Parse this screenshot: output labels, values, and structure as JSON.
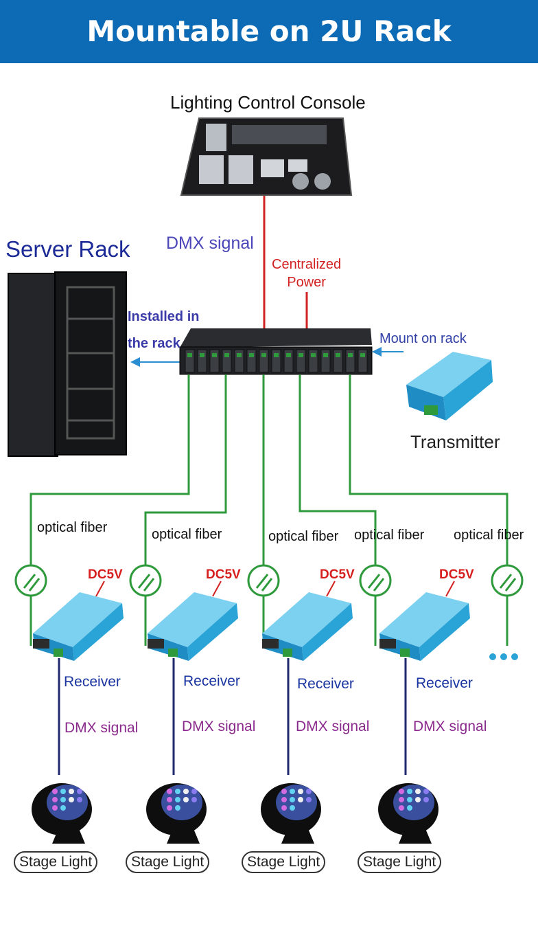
{
  "banner": {
    "title": "Mountable on 2U Rack"
  },
  "console": {
    "label": "Lighting Control Console"
  },
  "rack": {
    "label": "Server Rack",
    "installed_label": "Installed in\nthe rack"
  },
  "signals": {
    "dmx_top": "DMX signal",
    "power": "Centralized\nPower"
  },
  "transmitter": {
    "mount_label": "Mount on rack",
    "label": "Transmitter"
  },
  "fibers": [
    {
      "label": "optical fiber"
    },
    {
      "label": "optical fiber"
    },
    {
      "label": "optical fiber"
    },
    {
      "label": "optical fiber"
    },
    {
      "label": "optical fiber"
    }
  ],
  "receivers": [
    {
      "dc": "DC5V",
      "label": "Receiver",
      "signal": "DMX signal",
      "light": "Stage Light"
    },
    {
      "dc": "DC5V",
      "label": "Receiver",
      "signal": "DMX signal",
      "light": "Stage Light"
    },
    {
      "dc": "DC5V",
      "label": "Receiver",
      "signal": "DMX signal",
      "light": "Stage Light"
    },
    {
      "dc": "DC5V",
      "label": "Receiver",
      "signal": "DMX signal",
      "light": "Stage Light"
    }
  ],
  "colors": {
    "banner": "#0c6bb4",
    "fiber": "#2e9a3c",
    "power": "#d32020",
    "device": "#2aa3d6",
    "dmx_line": "#1f2a6e"
  }
}
